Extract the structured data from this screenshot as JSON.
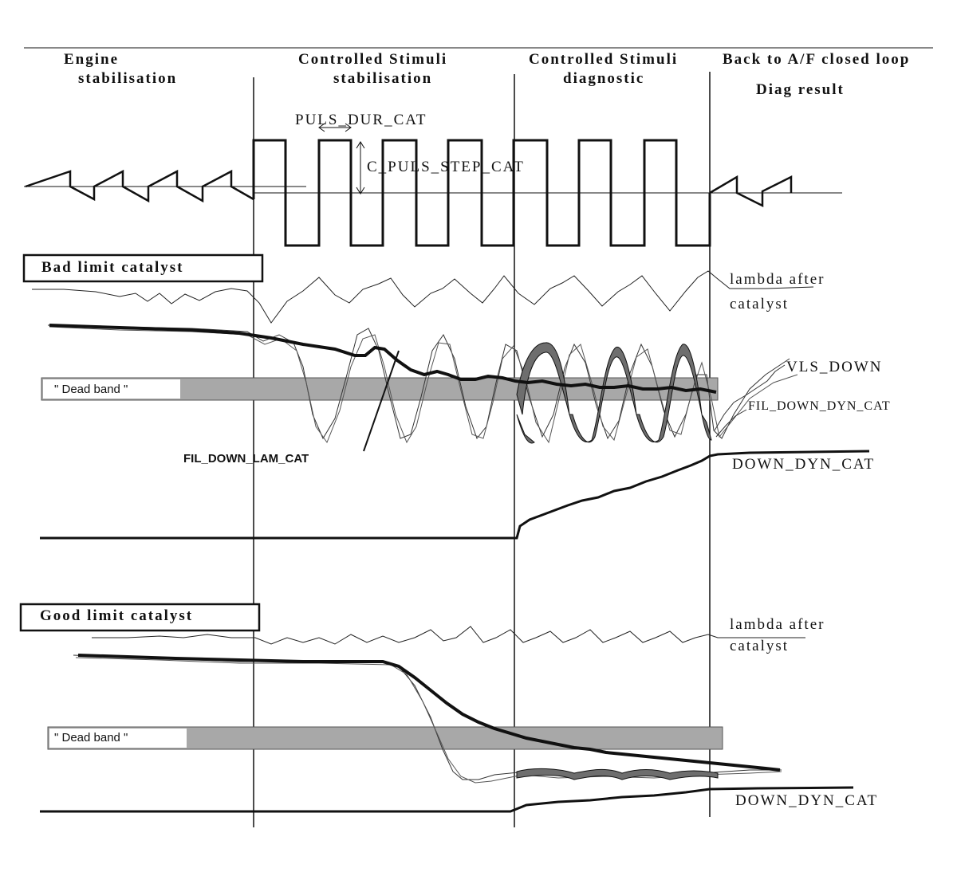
{
  "phases": {
    "engine_l1": "Engine",
    "engine_l2": "stabilisation",
    "cs_stab_l1": "Controlled Stimuli",
    "cs_stab_l2": "stabilisation",
    "cs_diag_l1": "Controlled Stimuli",
    "cs_diag_l2": "diagnostic",
    "back_l1": "Back to A/F closed loop",
    "back_l2": "Diag result"
  },
  "stimulus": {
    "puls_dur": "PULS_DUR_CAT",
    "puls_step": "C_PULS_STEP_CAT"
  },
  "bad": {
    "title": "Bad limit catalyst",
    "lambda_l1": "lambda after",
    "lambda_l2": "catalyst",
    "dead_band": "\" Dead band \"",
    "vls_down": "VLS_DOWN",
    "fil_down_dyn": "FIL_DOWN_DYN_CAT",
    "fil_down_lam": "FIL_DOWN_LAM_CAT",
    "down_dyn": "DOWN_DYN_CAT"
  },
  "good": {
    "title": "Good limit catalyst",
    "lambda_l1": "lambda after",
    "lambda_l2": "catalyst",
    "dead_band": "\" Dead band \"",
    "down_dyn": "DOWN_DYN_CAT"
  },
  "colors": {
    "ink": "#111111",
    "dead_band_fill": "#a8a8a8",
    "envelope_fill": "#6e6e6e"
  }
}
